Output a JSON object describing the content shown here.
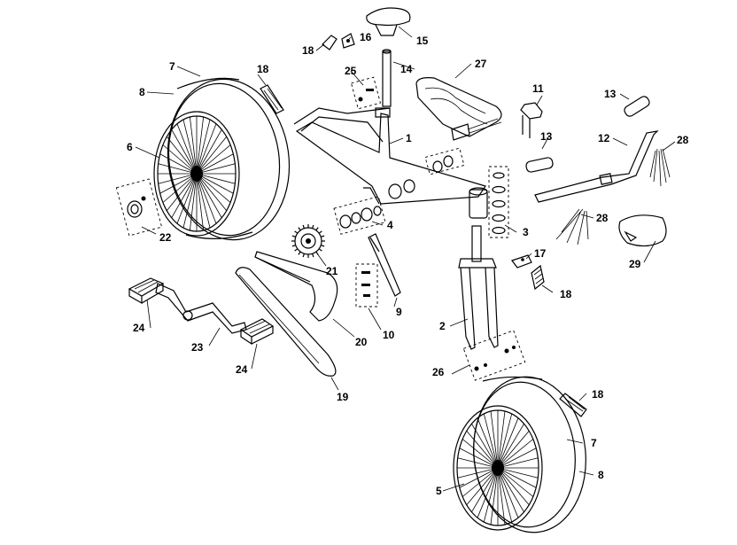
{
  "diagram": {
    "callouts": {
      "c1": "1",
      "c2": "2",
      "c3": "3",
      "c4": "4",
      "c5": "5",
      "c6": "6",
      "c7a": "7",
      "c7b": "7",
      "c8a": "8",
      "c8b": "8",
      "c9": "9",
      "c10": "10",
      "c11": "11",
      "c12": "12",
      "c13a": "13",
      "c13b": "13",
      "c14": "14",
      "c15": "15",
      "c16": "16",
      "c17": "17",
      "c18a": "18",
      "c18b": "18",
      "c18c": "18",
      "c18d": "18",
      "c19": "19",
      "c20": "20",
      "c21": "21",
      "c22": "22",
      "c23": "23",
      "c24a": "24",
      "c24b": "24",
      "c25": "25",
      "c26": "26",
      "c27": "27",
      "c28a": "28",
      "c28b": "28",
      "c29": "29"
    }
  }
}
